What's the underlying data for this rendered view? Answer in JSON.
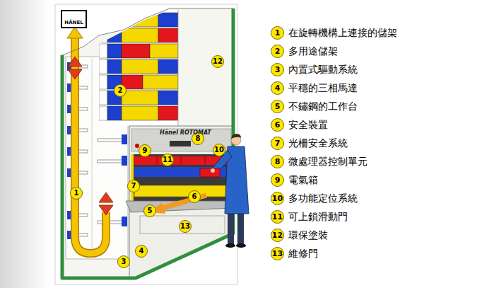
{
  "diagram": {
    "nodes": [
      {
        "text": [
          "HÄNEL"
        ]
      },
      {
        "text": [
          "1"
        ]
      },
      {
        "text": [
          "2"
        ]
      },
      {
        "text": [
          "3"
        ]
      },
      {
        "text": [
          "4"
        ]
      },
      {
        "text": [
          "5"
        ]
      },
      {
        "text": [
          "6"
        ]
      },
      {
        "text": [
          "7"
        ]
      },
      {
        "text": [
          "8"
        ]
      },
      {
        "text": [
          "9"
        ]
      },
      {
        "text": [
          "10"
        ]
      },
      {
        "text": [
          "11"
        ]
      },
      {
        "text": [
          "12"
        ]
      },
      {
        "text": [
          "13"
        ]
      },
      {
        "text": [
          "1",
          "在旋轉機構上連接的儲架"
        ]
      },
      {
        "text": [
          "2",
          "多用途儲架"
        ]
      },
      {
        "text": [
          "3",
          "內置式驅動系統"
        ]
      },
      {
        "text": [
          "4",
          "平穩的三相馬達"
        ]
      },
      {
        "text": [
          "5",
          "不鏽鋼的工作台"
        ]
      },
      {
        "text": [
          "6",
          "安全裝置"
        ]
      },
      {
        "text": [
          "7",
          "光柵安全系統"
        ]
      },
      {
        "text": [
          "8",
          "微處理器控制單元"
        ]
      },
      {
        "text": [
          "9",
          "電氣箱"
        ]
      },
      {
        "text": [
          "10",
          "多功能定位系統"
        ]
      },
      {
        "text": [
          "11",
          "可上鎖滑動門"
        ]
      },
      {
        "text": [
          "12",
          "環保塗裝"
        ]
      },
      {
        "text": [
          "13",
          "維修門"
        ]
      }
    ],
    "labels": [
      "Hänel ROTOMAT"
    ]
  }
}
